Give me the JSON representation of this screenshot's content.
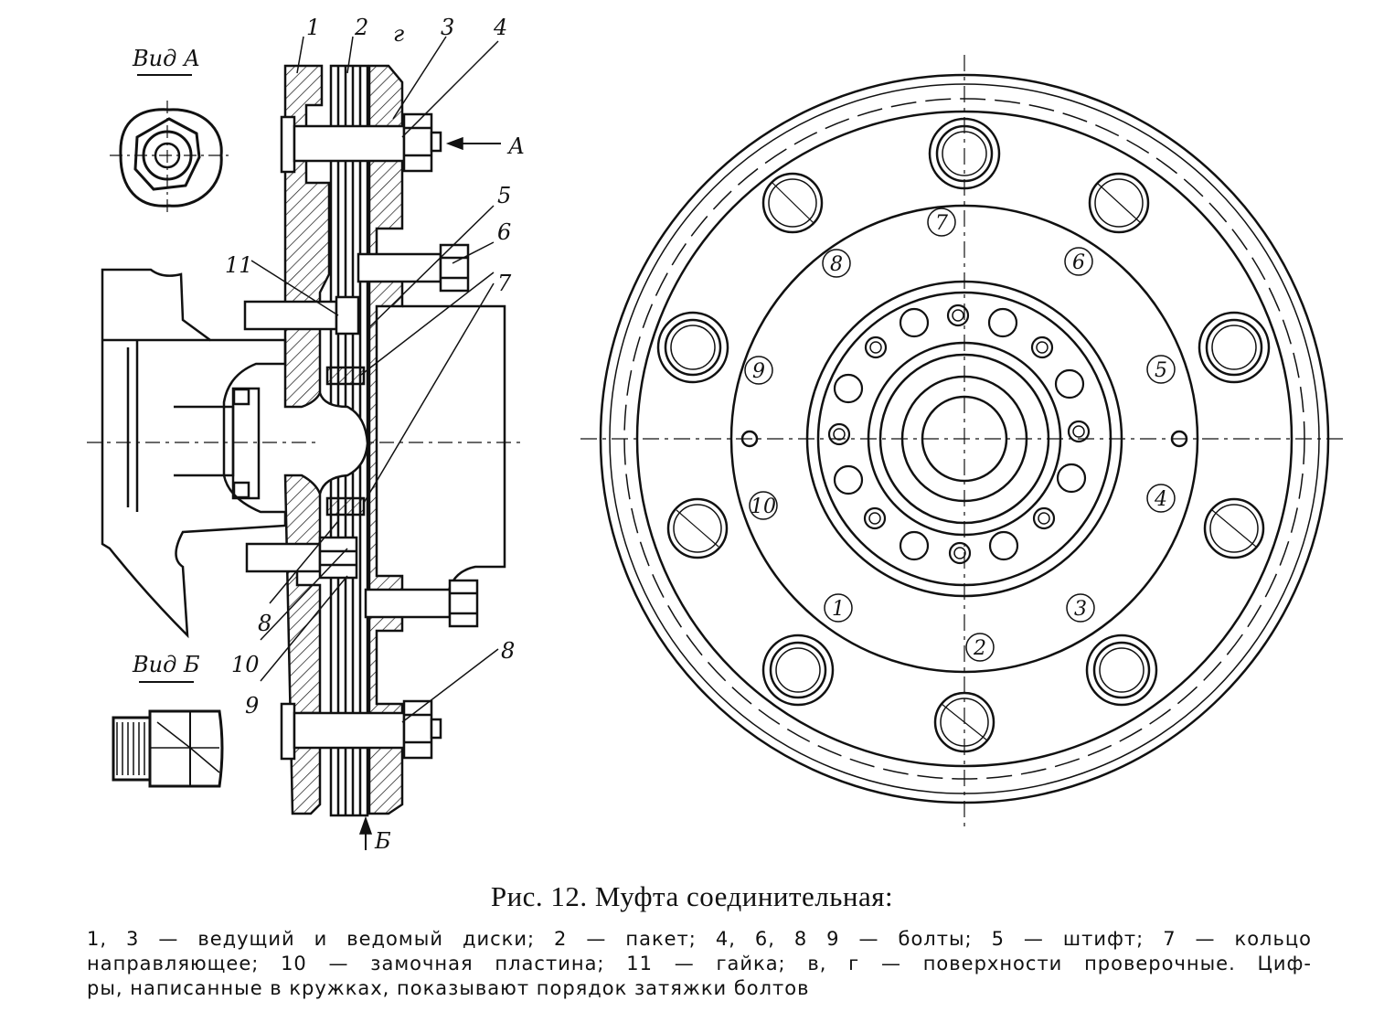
{
  "figure": {
    "view_a_label": "Вид А",
    "view_b_label": "Вид Б",
    "arrow_a_label": "А",
    "arrow_b_label": "Б",
    "surface_label": "г",
    "callouts": [
      "1",
      "2",
      "3",
      "4",
      "5",
      "6",
      "7",
      "8",
      "9",
      "10",
      "11",
      "8"
    ],
    "order_marks": [
      "1",
      "2",
      "3",
      "4",
      "5",
      "6",
      "7",
      "8",
      "9",
      "10"
    ]
  },
  "caption": {
    "title": "Рис. 12. Муфта соединительная:",
    "lines": [
      "1, 3 — ведущий и ведомый диски; 2 — пакет; 4, 6, 8 9 — болты; 5 — штифт;  7 — кольцо",
      "направляющее; 10 — замочная пластина; 11 — гайка; в, г — поверхности проверочные. Циф-",
      "ры, написанные в кружках, показывают порядок затяжки болтов"
    ]
  }
}
